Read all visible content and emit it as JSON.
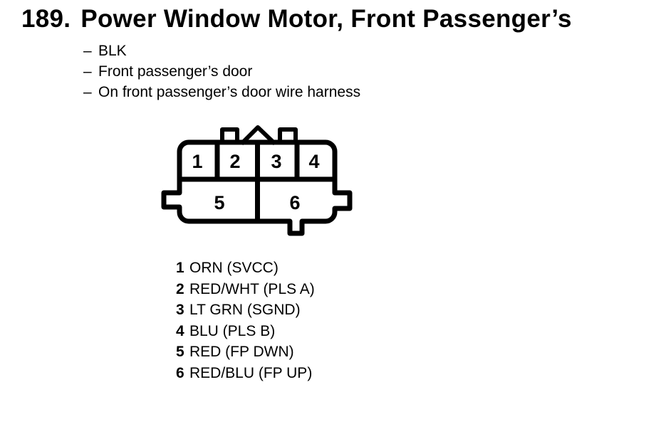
{
  "page": {
    "background": "#ffffff",
    "ink": "#000000"
  },
  "heading": {
    "number": "189.",
    "title": "Power Window Motor, Front Passenger’s"
  },
  "details": {
    "marker": "–",
    "items": [
      "BLK",
      "Front passenger’s door",
      "On front passenger’s door wire harness"
    ]
  },
  "connector": {
    "description": "6-pin connector, front view, 4 cavities top row and 2 cavities bottom row",
    "pins": [
      "1",
      "2",
      "3",
      "4",
      "5",
      "6"
    ]
  },
  "legend": {
    "rows": [
      {
        "pin": "1",
        "label": "ORN (SVCC)"
      },
      {
        "pin": "2",
        "label": "RED/WHT (PLS A)"
      },
      {
        "pin": "3",
        "label": "LT GRN (SGND)"
      },
      {
        "pin": "4",
        "label": "BLU (PLS B)"
      },
      {
        "pin": "5",
        "label": "RED (FP DWN)"
      },
      {
        "pin": "6",
        "label": "RED/BLU (FP UP)"
      }
    ]
  }
}
